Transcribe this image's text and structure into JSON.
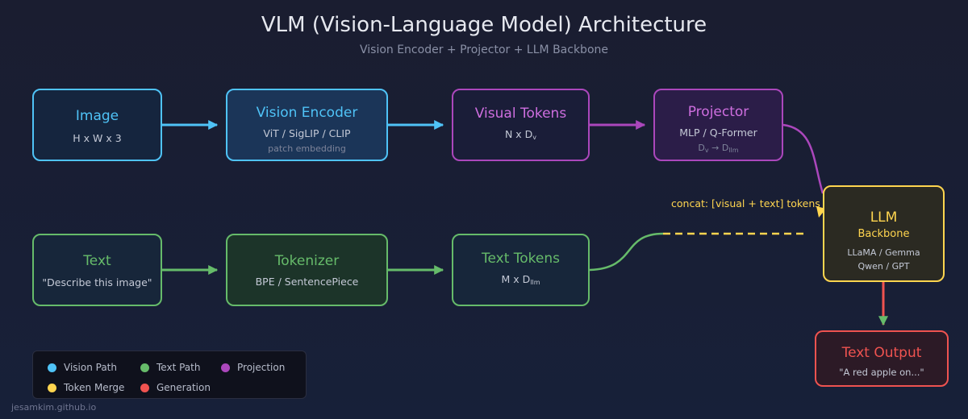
{
  "title": "VLM (Vision-Language Model) Architecture",
  "subtitle": "Vision Encoder + Projector + LLM Backbone",
  "nodes": {
    "image": {
      "title": "Image",
      "sub": "H x W x 3"
    },
    "vision_encoder": {
      "title": "Vision Encoder",
      "sub": "ViT / SigLIP / CLIP",
      "note": "patch embedding"
    },
    "visual_tokens": {
      "title": "Visual Tokens",
      "sub_main": "N x D",
      "sub_index": "v"
    },
    "projector": {
      "title": "Projector",
      "sub": "MLP / Q-Former",
      "note_a": "D",
      "note_a_index": "v",
      "note_arrow": "→",
      "note_b": "D",
      "note_b_index": "llm"
    },
    "text": {
      "title": "Text",
      "sub": "\"Describe this image\""
    },
    "tokenizer": {
      "title": "Tokenizer",
      "sub": "BPE / SentencePiece"
    },
    "text_tokens": {
      "title": "Text Tokens",
      "sub_main": "M x D",
      "sub_index": "llm"
    },
    "llm": {
      "title": "LLM",
      "subtitle": "Backbone",
      "sub1": "LLaMA / Gemma",
      "sub2": "Qwen / GPT"
    },
    "output": {
      "title": "Text Output",
      "sub": "\"A red apple on...\""
    }
  },
  "concat_label": "concat: [visual + text] tokens",
  "legend": [
    {
      "label": "Vision Path",
      "color": "#4fc3f7"
    },
    {
      "label": "Text Path",
      "color": "#66bb6a"
    },
    {
      "label": "Projection",
      "color": "#ab47bc"
    },
    {
      "label": "Token Merge",
      "color": "#ffd54f"
    },
    {
      "label": "Generation",
      "color": "#ef5350"
    }
  ],
  "colors": {
    "vision": "#4fc3f7",
    "text": "#66bb6a",
    "projection": "#ab47bc",
    "merge": "#ffd54f",
    "generation": "#ef5350"
  },
  "footer": "jesamkim.github.io"
}
